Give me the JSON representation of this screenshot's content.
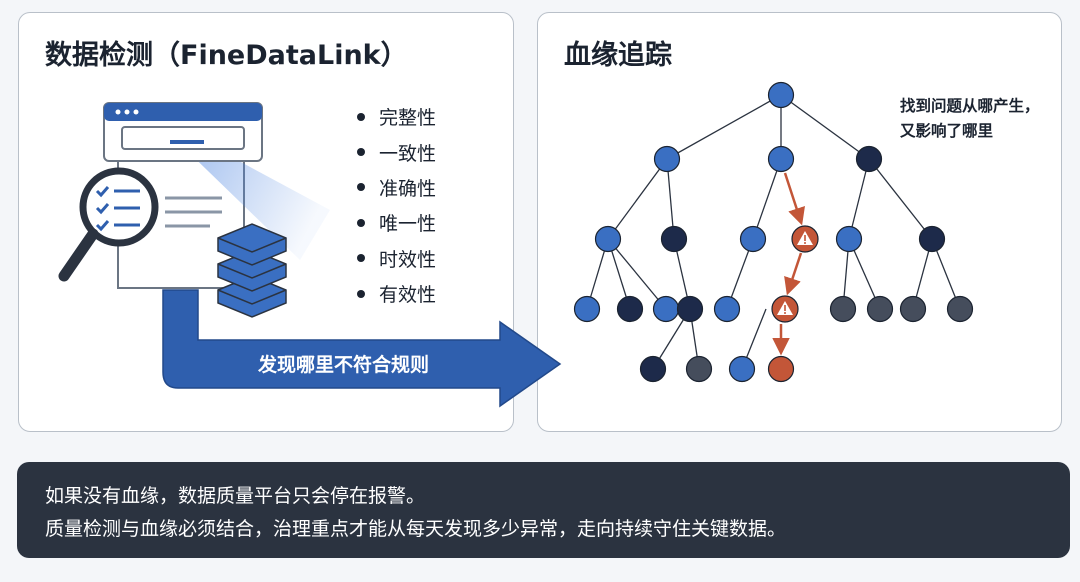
{
  "left_panel": {
    "title": "数据检测（FineDataLink）",
    "properties": [
      "完整性",
      "一致性",
      "准确性",
      "唯一性",
      "时效性",
      "有效性"
    ],
    "arrow_label": "发现哪里不符合规则"
  },
  "right_panel": {
    "title": "血缘追踪",
    "note_lines": [
      "找到问题从哪产生，",
      "又影响了哪里"
    ]
  },
  "footer": {
    "lines": [
      "如果没有血缘，数据质量平台只会停在报警。",
      "质量检测与血缘必须结合，治理重点才能从每天发现多少异常，走向持续守住关键数据。"
    ]
  },
  "colors": {
    "blue_node": "#3a6fc2",
    "navy_node": "#1d2a4a",
    "gray_node": "#454d5c",
    "alert_red": "#c35638",
    "arrow_blue": "#2f5fae",
    "footer_bg": "#2b3340"
  }
}
